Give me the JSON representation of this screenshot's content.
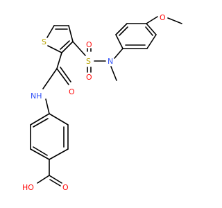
{
  "colors": {
    "bond": "#000000",
    "oxygen": "#ff0d0d",
    "nitrogen": "#3050f8",
    "sulfur": "#b8a400",
    "carbon_hydrogen": "#000000",
    "background": "#ffffff"
  },
  "atoms": {
    "ring_sulfur": "S",
    "sulfonyl_sulfur": "S",
    "sulfonyl_oxygen_top": "O",
    "sulfonyl_oxygen_bottom": "O",
    "sulfonamide_nitrogen": "N",
    "methoxy_oxygen": "O",
    "amide_oxygen": "O",
    "amide_nh": "NH",
    "carboxyl_oxygen": "O",
    "carboxyl_hydroxyl": "HO"
  }
}
